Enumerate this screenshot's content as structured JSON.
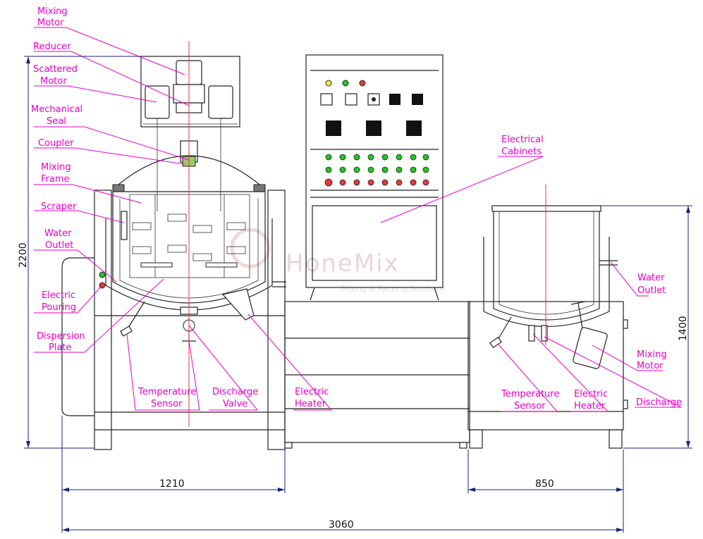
{
  "labels": {
    "mixing_motor": [
      "Mixing",
      "Motor"
    ],
    "reducer": [
      "Reducer"
    ],
    "scattered_motor": [
      "Scattered",
      "Motor"
    ],
    "mechanical_seal": [
      "Mechanical",
      "Seal"
    ],
    "coupler": [
      "Coupler"
    ],
    "mixing_frame": [
      "Mixing",
      "Frame"
    ],
    "scraper": [
      "Scraper"
    ],
    "water_outlet_left": [
      "Water",
      "Outlet"
    ],
    "electric_pouring": [
      "Electric",
      "Pouring"
    ],
    "dispersion_plate": [
      "Dispersion",
      "Plate"
    ],
    "temperature_sensor_left": [
      "Temperature",
      "Sensor"
    ],
    "discharge_valve": [
      "Discharge",
      "Valve"
    ],
    "electric_heater_left": [
      "Electric",
      "Heater"
    ],
    "electrical_cabinets": [
      "Electrical",
      "Cabinets"
    ],
    "water_outlet_right": [
      "Water",
      "Outlet"
    ],
    "mixing_motor_right": [
      "Mixing",
      "Motor"
    ],
    "temperature_sensor_right": [
      "Temperature",
      "Sensor"
    ],
    "electric_heater_right": [
      "Electric",
      "Heater"
    ],
    "discharge_right": [
      "Discharge"
    ]
  },
  "dimensions": {
    "overall_height": "2200",
    "right_height": "1400",
    "left_width": "1210",
    "right_width": "850",
    "overall_width": "3060"
  },
  "watermark": {
    "brand": "HoneMix",
    "tagline": "Mixing & Packing Solutions"
  },
  "colors": {
    "label": "#e600c8",
    "dimension": "#1a237e",
    "linework": "#222222",
    "center_axis": "#e53935"
  }
}
